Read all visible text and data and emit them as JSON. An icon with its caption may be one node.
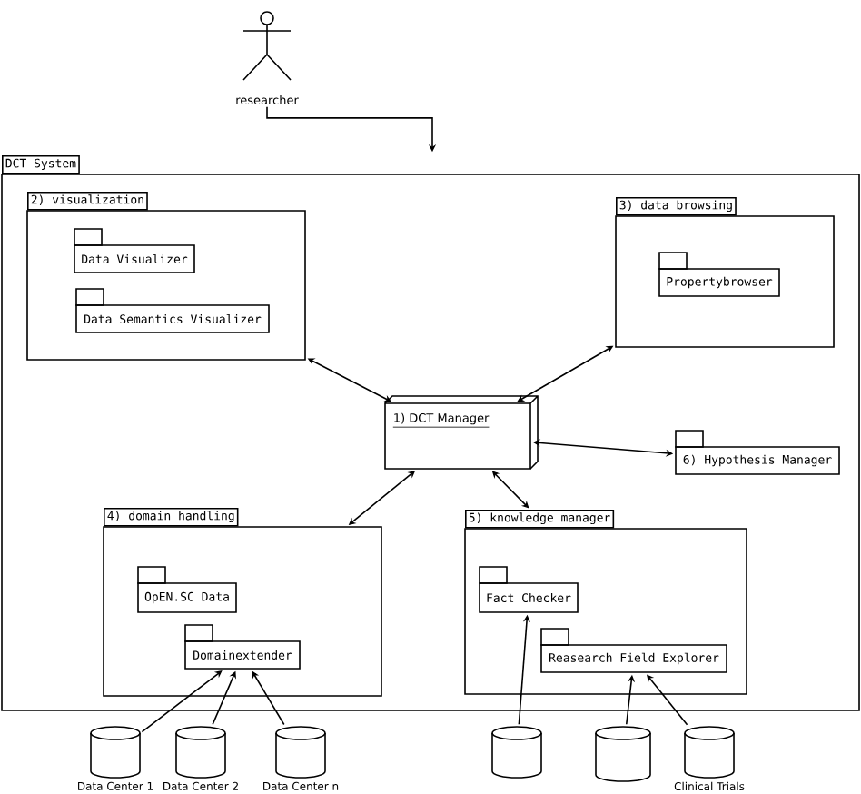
{
  "diagram": {
    "nodes": [
      {
        "text": [
          "researcher"
        ]
      },
      {
        "text": [
          "DCT System"
        ]
      },
      {
        "text": [
          "2) visualization"
        ],
        "in": 1
      },
      {
        "text": [
          "Data Visualizer"
        ],
        "in": 2
      },
      {
        "text": [
          "Data Semantics Visualizer"
        ],
        "in": 2
      },
      {
        "text": [
          "3) data browsing"
        ],
        "in": 1
      },
      {
        "text": [
          "Propertybrowser"
        ],
        "in": 5
      },
      {
        "text": [
          "1) DCT Manager"
        ],
        "in": 1
      },
      {
        "text": [
          "6) Hypothesis Manager"
        ],
        "in": 1
      },
      {
        "text": [
          "4) domain handling"
        ],
        "in": 1
      },
      {
        "text": [
          "OpEN.SC Data"
        ],
        "in": 9
      },
      {
        "text": [
          "Domainextender"
        ],
        "in": 9
      },
      {
        "text": [
          "5) knowledge manager"
        ],
        "in": 1
      },
      {
        "text": [
          "Fact Checker"
        ],
        "in": 12
      },
      {
        "text": [
          "Reasearch Field Explorer"
        ],
        "in": 12
      },
      {
        "text": [
          "Data Center 1"
        ]
      },
      {
        "text": [
          "Data Center 2"
        ]
      },
      {
        "text": [
          "Data Center n"
        ]
      },
      {
        "text": [],
        "shape": "cylinder"
      },
      {
        "text": [],
        "shape": "cylinder"
      },
      {
        "text": [
          "Clinical Trials"
        ]
      }
    ],
    "edges": [
      {
        "from": 0,
        "to": 1,
        "arrow": "to"
      },
      {
        "from": 7,
        "to": 2,
        "arrow": "both"
      },
      {
        "from": 7,
        "to": 5,
        "arrow": "both"
      },
      {
        "from": 7,
        "to": 8,
        "arrow": "both"
      },
      {
        "from": 7,
        "to": 9,
        "arrow": "both"
      },
      {
        "from": 7,
        "to": 12,
        "arrow": "both"
      },
      {
        "from": 15,
        "to": 11,
        "arrow": "to"
      },
      {
        "from": 16,
        "to": 11,
        "arrow": "to"
      },
      {
        "from": 17,
        "to": 11,
        "arrow": "to"
      },
      {
        "from": 18,
        "to": 13,
        "arrow": "to"
      },
      {
        "from": 19,
        "to": 14,
        "arrow": "to"
      },
      {
        "from": 20,
        "to": 14,
        "arrow": "to"
      }
    ]
  }
}
